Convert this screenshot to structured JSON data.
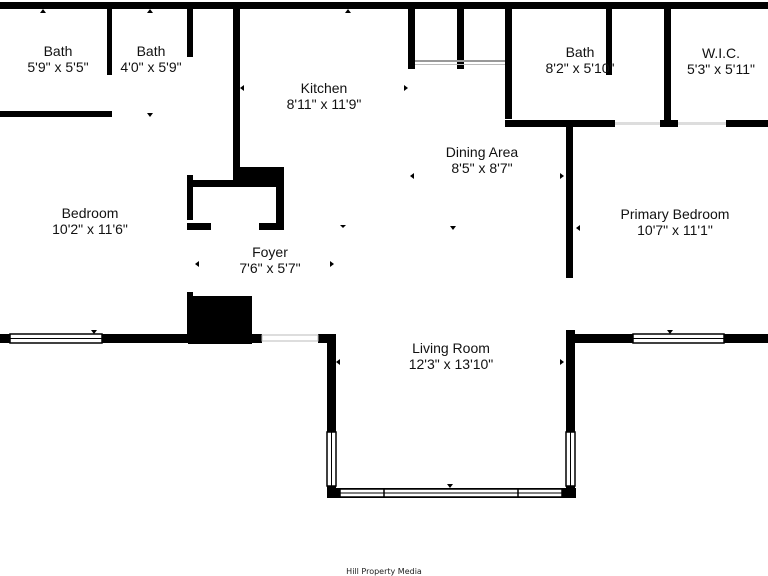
{
  "plan": {
    "wall_color": "#000000",
    "background": "#ffffff",
    "rooms": [
      {
        "id": "bath-1",
        "name": "Bath",
        "dims": "5'9\" x 5'5\""
      },
      {
        "id": "bath-2",
        "name": "Bath",
        "dims": "4'0\" x 5'9\""
      },
      {
        "id": "kitchen",
        "name": "Kitchen",
        "dims": "8'11\" x 11'9\""
      },
      {
        "id": "bath-3",
        "name": "Bath",
        "dims": "8'2\" x 5'10\""
      },
      {
        "id": "wic",
        "name": "W.I.C.",
        "dims": "5'3\" x 5'11\""
      },
      {
        "id": "dining-area",
        "name": "Dining Area",
        "dims": "8'5\" x 8'7\""
      },
      {
        "id": "bedroom",
        "name": "Bedroom",
        "dims": "10'2\" x 11'6\""
      },
      {
        "id": "primary-bedroom",
        "name": "Primary Bedroom",
        "dims": "10'7\" x 11'1\""
      },
      {
        "id": "foyer",
        "name": "Foyer",
        "dims": "7'6\" x 5'7\""
      },
      {
        "id": "living-room",
        "name": "Living Room",
        "dims": "12'3\" x 13'10\""
      }
    ]
  },
  "credit": "Hill Property Media"
}
